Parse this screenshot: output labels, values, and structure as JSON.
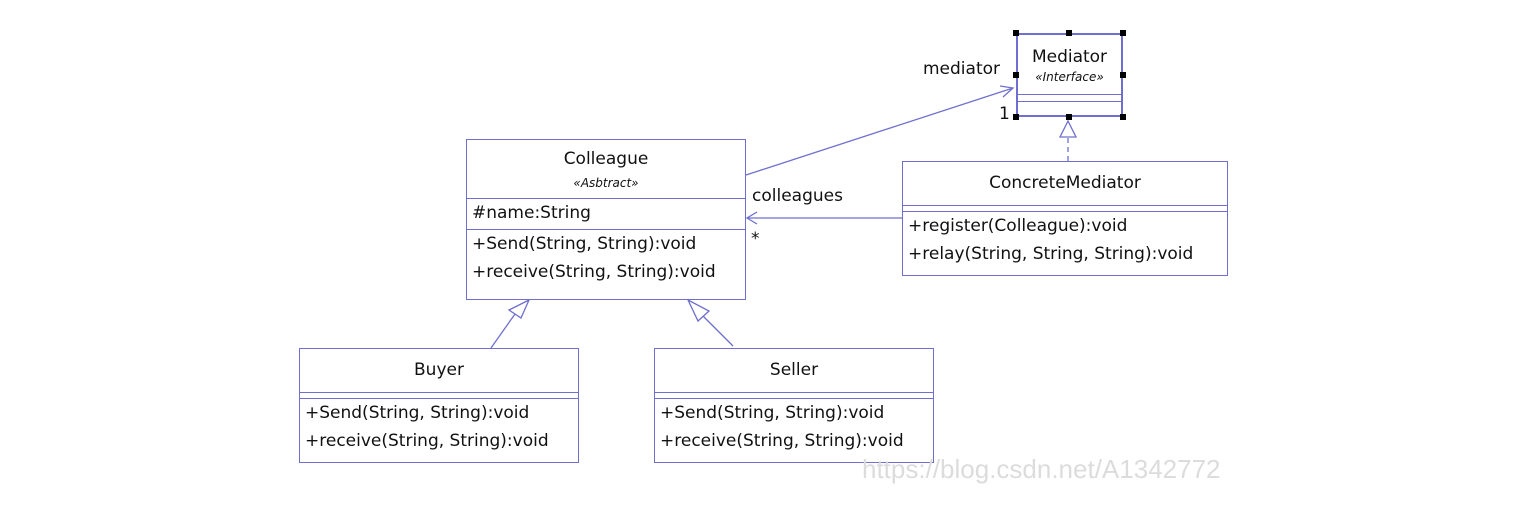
{
  "classes": {
    "mediator": {
      "name": "Mediator",
      "stereotype": "«Interface»"
    },
    "colleague": {
      "name": "Colleague",
      "stereotype": "«Asbtract»",
      "attributes": [
        "#name:String"
      ],
      "operations": [
        "+Send(String, String):void",
        "+receive(String, String):void"
      ]
    },
    "concrete_mediator": {
      "name": "ConcreteMediator",
      "operations": [
        "+register(Colleague):void",
        "+relay(String, String, String):void"
      ]
    },
    "buyer": {
      "name": "Buyer",
      "operations": [
        "+Send(String, String):void",
        "+receive(String, String):void"
      ]
    },
    "seller": {
      "name": "Seller",
      "operations": [
        "+Send(String, String):void",
        "+receive(String, String):void"
      ]
    }
  },
  "associations": {
    "mediator": {
      "role": "mediator",
      "multiplicity": "1"
    },
    "colleagues": {
      "role": "colleagues",
      "multiplicity": "*"
    }
  },
  "colors": {
    "line": "#6f6fcf",
    "text": "#111111",
    "handle": "#000000"
  },
  "watermark": "https://blog.csdn.net/A1342772"
}
